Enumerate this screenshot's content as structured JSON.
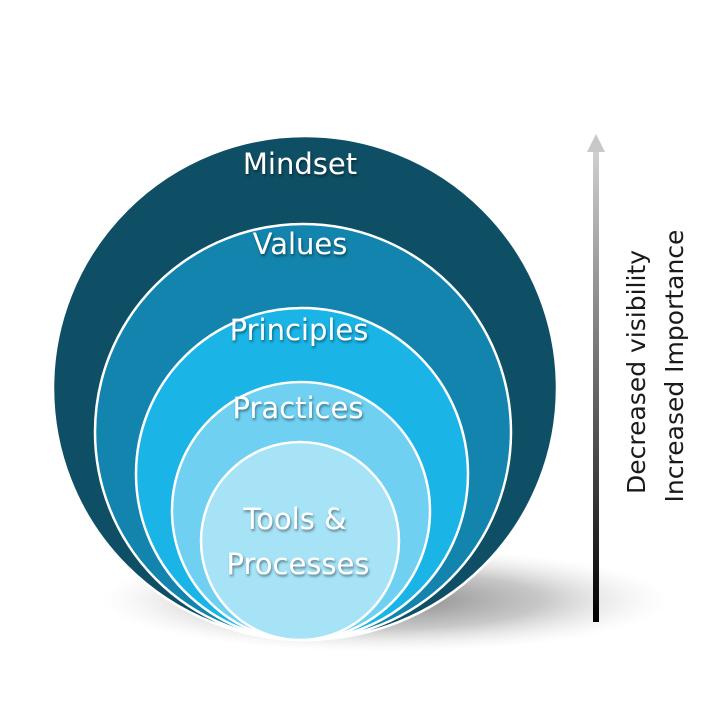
{
  "diagram": {
    "layers": [
      {
        "label": "Mindset",
        "color": "#0e4f65"
      },
      {
        "label": "Values",
        "color": "#1284ad"
      },
      {
        "label": "Principles",
        "color": "#1ab4e6"
      },
      {
        "label": "Practices",
        "color": "#6fd0f1"
      },
      {
        "label": "Tools &",
        "label2": "Processes",
        "color": "#a6e3f7"
      }
    ],
    "axis": {
      "label_visibility": "Decreased visibility",
      "label_importance": "Increased Importance"
    }
  }
}
